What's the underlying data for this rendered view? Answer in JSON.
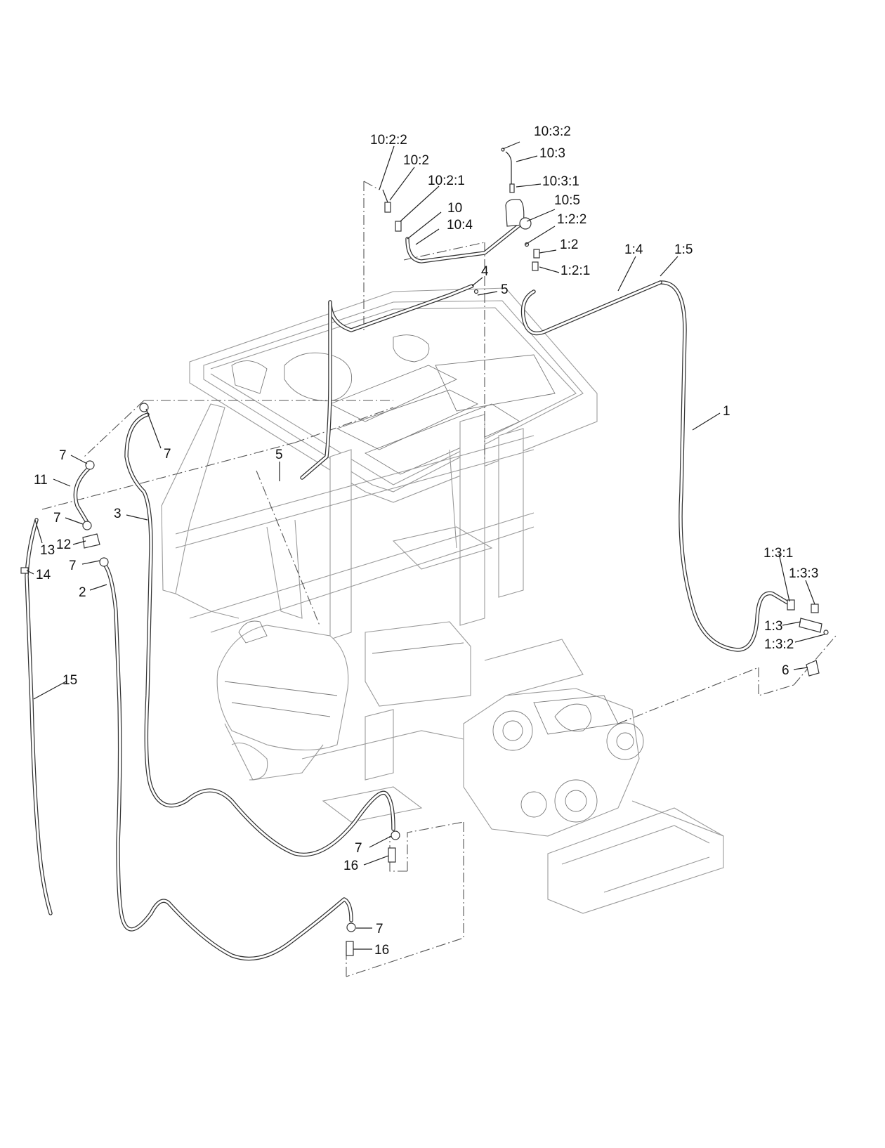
{
  "diagram": {
    "callouts": [
      {
        "id": "c-10-3-2",
        "text": "10:3:2"
      },
      {
        "id": "c-10-2-2",
        "text": "10:2:2"
      },
      {
        "id": "c-10-3",
        "text": "10:3"
      },
      {
        "id": "c-10-2",
        "text": "10:2"
      },
      {
        "id": "c-10-3-1",
        "text": "10:3:1"
      },
      {
        "id": "c-10-2-1",
        "text": "10:2:1"
      },
      {
        "id": "c-10-5",
        "text": "10:5"
      },
      {
        "id": "c-10",
        "text": "10"
      },
      {
        "id": "c-1-2-2",
        "text": "1:2:2"
      },
      {
        "id": "c-10-4",
        "text": "10:4"
      },
      {
        "id": "c-1-2",
        "text": "1:2"
      },
      {
        "id": "c-1-4",
        "text": "1:4"
      },
      {
        "id": "c-1-5",
        "text": "1:5"
      },
      {
        "id": "c-1-2-1",
        "text": "1:2:1"
      },
      {
        "id": "c-4",
        "text": "4"
      },
      {
        "id": "c-5a",
        "text": "5"
      },
      {
        "id": "c-1",
        "text": "1"
      },
      {
        "id": "c-7a",
        "text": "7"
      },
      {
        "id": "c-7b",
        "text": "7"
      },
      {
        "id": "c-5b",
        "text": "5"
      },
      {
        "id": "c-11",
        "text": "11"
      },
      {
        "id": "c-7c",
        "text": "7"
      },
      {
        "id": "c-3",
        "text": "3"
      },
      {
        "id": "c-12",
        "text": "12"
      },
      {
        "id": "c-13",
        "text": "13"
      },
      {
        "id": "c-7d",
        "text": "7"
      },
      {
        "id": "c-14",
        "text": "14"
      },
      {
        "id": "c-2",
        "text": "2"
      },
      {
        "id": "c-1-3-1",
        "text": "1:3:1"
      },
      {
        "id": "c-1-3-3",
        "text": "1:3:3"
      },
      {
        "id": "c-1-3",
        "text": "1:3"
      },
      {
        "id": "c-1-3-2",
        "text": "1:3:2"
      },
      {
        "id": "c-6",
        "text": "6"
      },
      {
        "id": "c-15",
        "text": "15"
      },
      {
        "id": "c-7e",
        "text": "7"
      },
      {
        "id": "c-16a",
        "text": "16"
      },
      {
        "id": "c-7f",
        "text": "7"
      },
      {
        "id": "c-16b",
        "text": "16"
      }
    ]
  }
}
